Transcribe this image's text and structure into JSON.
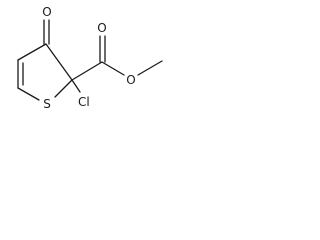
{
  "molecule": {
    "atoms": {
      "carbonyl_oxygen": "O",
      "sulfur": "S",
      "chloro": "Cl",
      "ester_carbonyl_oxygen": "O",
      "ester_oxygen": "O"
    }
  },
  "colors": {
    "ink": "#1a1a1a",
    "background": "#ffffff"
  }
}
